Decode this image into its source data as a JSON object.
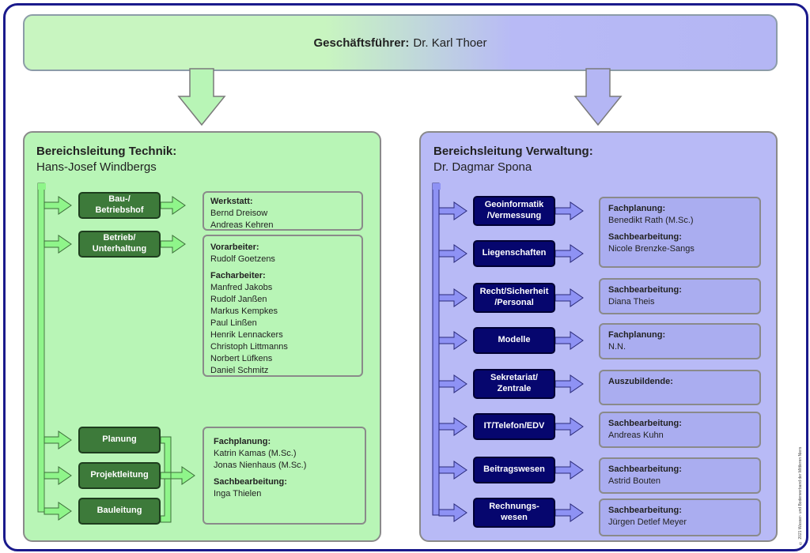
{
  "ceo": {
    "role": "Geschäftsführer:",
    "name": "Dr. Karl Thoer"
  },
  "technik": {
    "title": "Bereichsleitung Technik:",
    "head": "Hans-Josef Windbergs",
    "departments": [
      {
        "label": "Bau-/\nBetriebshof"
      },
      {
        "label": "Betrieb/\nUnterhaltung"
      },
      {
        "label": "Planung"
      },
      {
        "label": "Projektleitung"
      },
      {
        "label": "Bauleitung"
      }
    ],
    "werkstatt": {
      "heading": "Werkstatt:",
      "people": [
        "Bernd Dreisow",
        "Andreas Kehren"
      ]
    },
    "betrieb": {
      "vorarbeiter_heading": "Vorarbeiter:",
      "vorarbeiter": [
        "Rudolf Goetzens"
      ],
      "facharbeiter_heading": "Facharbeiter:",
      "facharbeiter": [
        "Manfred Jakobs",
        "Rudolf Janßen",
        "Markus Kempkes",
        "Paul Linßen",
        "Henrik Lennackers",
        "Christoph Littmanns",
        "Norbert Lüfkens",
        "Daniel Schmitz"
      ]
    },
    "planung": {
      "fachplanung_heading": "Fachplanung:",
      "fachplanung": [
        "Katrin Kamas (M.Sc.)",
        "Jonas Nienhaus (M.Sc.)"
      ],
      "sachbearbeitung_heading": "Sachbearbeitung:",
      "sachbearbeitung": [
        "Inga Thielen"
      ]
    }
  },
  "verwaltung": {
    "title": "Bereichsleitung Verwaltung:",
    "head": "Dr. Dagmar Spona",
    "departments": [
      {
        "label": "Geoinformatik\n/Vermessung"
      },
      {
        "label": "Liegenschaften"
      },
      {
        "label": "Recht/Sicherheit\n/Personal"
      },
      {
        "label": "Modelle"
      },
      {
        "label": "Sekretariat/\nZentrale"
      },
      {
        "label": "IT/Telefon/EDV"
      },
      {
        "label": "Beitragswesen"
      },
      {
        "label": "Rechnungs-\nwesen"
      }
    ],
    "boxes": [
      {
        "lines": [
          {
            "bold": true,
            "text": "Fachplanung:"
          },
          {
            "bold": false,
            "text": "Benedikt Rath (M.Sc.)"
          },
          {
            "gap": true
          },
          {
            "bold": true,
            "text": "Sachbearbeitung:"
          },
          {
            "bold": false,
            "text": "Nicole Brenzke-Sangs"
          }
        ]
      },
      {
        "lines": [
          {
            "bold": true,
            "text": "Sachbearbeitung:"
          },
          {
            "bold": false,
            "text": "Diana Theis"
          }
        ]
      },
      {
        "lines": [
          {
            "bold": true,
            "text": "Fachplanung:"
          },
          {
            "bold": false,
            "text": "N.N."
          }
        ]
      },
      {
        "lines": [
          {
            "bold": true,
            "text": "Auszubildende:"
          }
        ]
      },
      {
        "lines": [
          {
            "bold": true,
            "text": "Sachbearbeitung:"
          },
          {
            "bold": false,
            "text": "Andreas Kuhn"
          }
        ]
      },
      {
        "lines": [
          {
            "bold": true,
            "text": "Sachbearbeitung:"
          },
          {
            "bold": false,
            "text": "Astrid Bouten"
          }
        ]
      },
      {
        "lines": [
          {
            "bold": true,
            "text": "Sachbearbeitung:"
          },
          {
            "bold": false,
            "text": "Jürgen Detlef Meyer"
          }
        ]
      }
    ]
  },
  "copyright": "© 2021 Wasser- und Bodenverband der Mittleren Niers",
  "colors": {
    "green_fill": "#b8f5b6",
    "blue_fill": "#b8baf6",
    "green_dept": "#3d7a3a",
    "blue_dept": "#06066e",
    "frame": "#1a1a8c"
  }
}
